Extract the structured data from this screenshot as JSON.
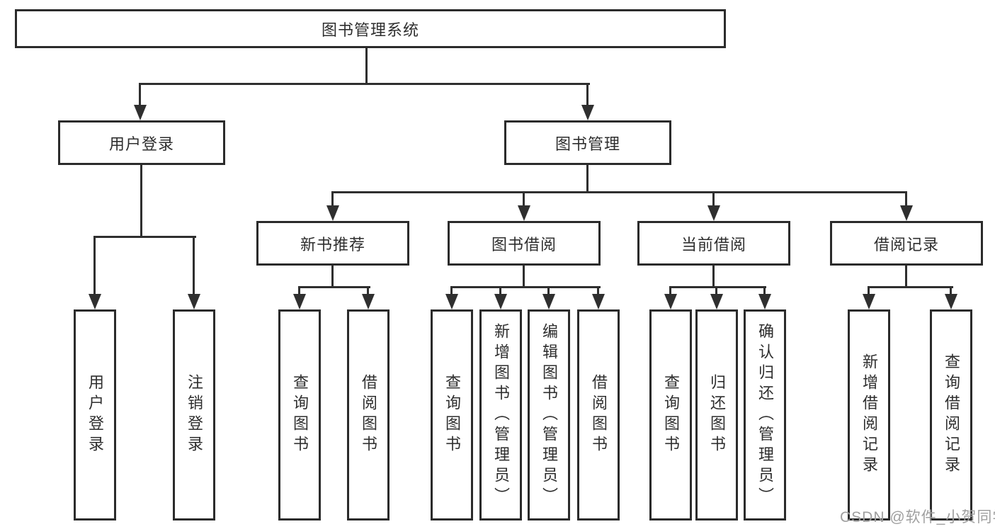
{
  "tree": {
    "label": "图书管理系统",
    "children": [
      {
        "label": "用户登录",
        "children": [
          {
            "label": "用户登录"
          },
          {
            "label": "注销登录"
          }
        ]
      },
      {
        "label": "图书管理",
        "children": [
          {
            "label": "新书推荐",
            "children": [
              {
                "label": "查询图书"
              },
              {
                "label": "借阅图书"
              }
            ]
          },
          {
            "label": "图书借阅",
            "children": [
              {
                "label": "查询图书"
              },
              {
                "label": "新增图书（管理员）"
              },
              {
                "label": "编辑图书（管理员）"
              },
              {
                "label": "借阅图书"
              }
            ]
          },
          {
            "label": "当前借阅",
            "children": [
              {
                "label": "查询图书"
              },
              {
                "label": "归还图书"
              },
              {
                "label": "确认归还（管理员）"
              }
            ]
          },
          {
            "label": "借阅记录",
            "children": [
              {
                "label": "新增借阅记录"
              },
              {
                "label": "查询借阅记录"
              }
            ]
          }
        ]
      }
    ]
  },
  "watermark": {
    "text": "CSDN @软件_小贺同学"
  },
  "colors": {
    "line": "#2f2f2f",
    "box_border": "#2b2b2b",
    "text": "#2e2e2e",
    "watermark": "#9f9f9f",
    "background": "#ffffff"
  }
}
